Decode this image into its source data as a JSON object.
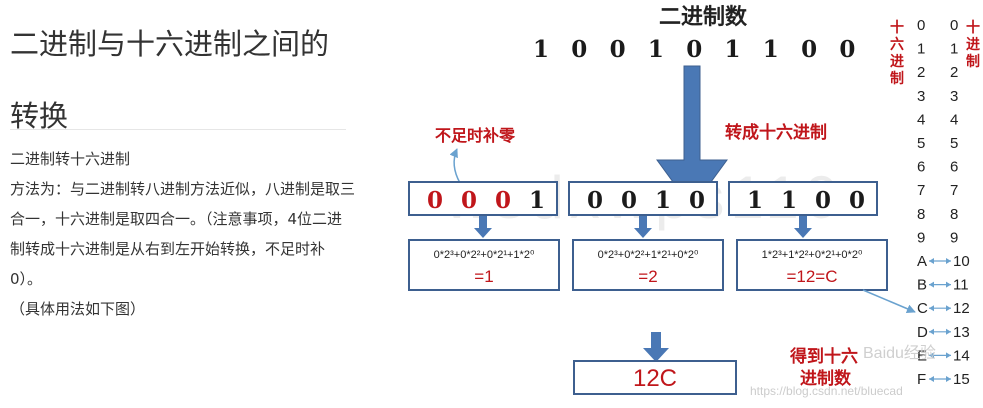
{
  "article": {
    "title": "二进制与十六进制之间的转换",
    "subheading": "二进制转十六进制",
    "paragraph": "方法为：与二进制转八进制方法近似，八进制是取三合一，十六进制是取四合一。（注意事项，4位二进制转成十六进制是从右到左开始转换，不足时补0）。",
    "note": "（具体用法如下图）"
  },
  "diagram": {
    "top_title": "二进制数",
    "binary_digits": [
      "1",
      "0",
      "0",
      "1",
      "0",
      "1",
      "1",
      "0",
      "0"
    ],
    "pad_label": "不足时补零",
    "convert_label": "转成十六进制",
    "groups": [
      {
        "bits": [
          "0",
          "0",
          "0",
          "1"
        ],
        "formula": "0*2³+0*2²+0*2¹+1*2⁰",
        "result": "=1"
      },
      {
        "bits": [
          "0",
          "0",
          "1",
          "0"
        ],
        "formula": "0*2³+0*2²+1*2¹+0*2⁰",
        "result": "=2"
      },
      {
        "bits": [
          "1",
          "1",
          "0",
          "0"
        ],
        "formula": "1*2³+1*2²+0*2¹+0*2⁰",
        "result": "=12=C"
      }
    ],
    "result_box": "12C",
    "result_label_line1": "得到十六",
    "result_label_line2": "进制数",
    "table_header_hex": [
      "十",
      "六",
      "进",
      "制"
    ],
    "table_header_dec": [
      "十",
      "进",
      "制"
    ],
    "table_rows": [
      {
        "hex": "0",
        "dec": "0"
      },
      {
        "hex": "1",
        "dec": "1"
      },
      {
        "hex": "2",
        "dec": "2"
      },
      {
        "hex": "3",
        "dec": "3"
      },
      {
        "hex": "4",
        "dec": "4"
      },
      {
        "hex": "5",
        "dec": "5"
      },
      {
        "hex": "6",
        "dec": "6"
      },
      {
        "hex": "7",
        "dec": "7"
      },
      {
        "hex": "8",
        "dec": "8"
      },
      {
        "hex": "9",
        "dec": "9"
      },
      {
        "hex": "A",
        "dec": "10"
      },
      {
        "hex": "B",
        "dec": "11"
      },
      {
        "hex": "C",
        "dec": "12"
      },
      {
        "hex": "D",
        "dec": "13"
      },
      {
        "hex": "E",
        "dec": "14"
      },
      {
        "hex": "F",
        "dec": "15"
      }
    ],
    "watermark": "wsdxwps110",
    "watermark_site": "Baidu经验",
    "watermark_url": "https://blog.csdn.net/bluecad",
    "colors": {
      "red": "#c0161b",
      "box_border": "#3d5f8f",
      "arrow_blue": "#4a78b5",
      "light_arrow": "#6aa2cf"
    }
  }
}
